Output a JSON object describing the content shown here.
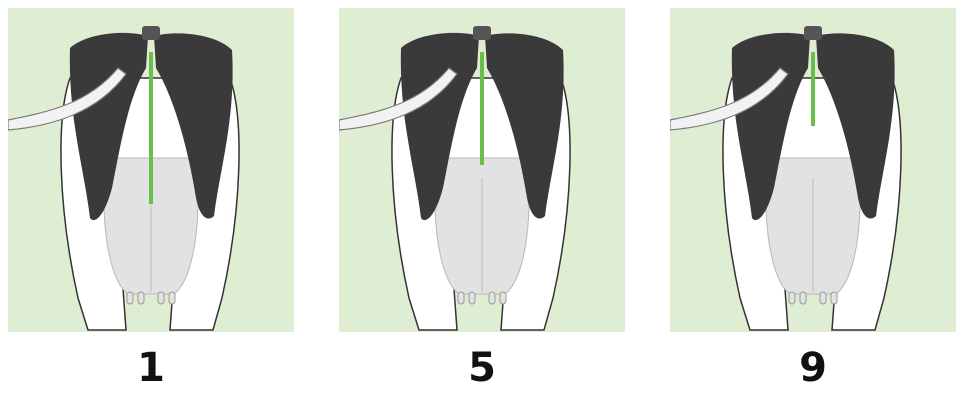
{
  "panels": [
    {
      "score": "1",
      "level": 0.0
    },
    {
      "score": "5",
      "level": 0.5
    },
    {
      "score": "9",
      "level": 1.0
    }
  ],
  "colors": {
    "background": "#dfeed3",
    "black_patch": "#3a3a3a",
    "udder": "#e2e2e2",
    "white_coat": "#ffffff",
    "outline": "#333333",
    "marker_line": "#6abf4b",
    "tube": "#f2f2f2"
  }
}
